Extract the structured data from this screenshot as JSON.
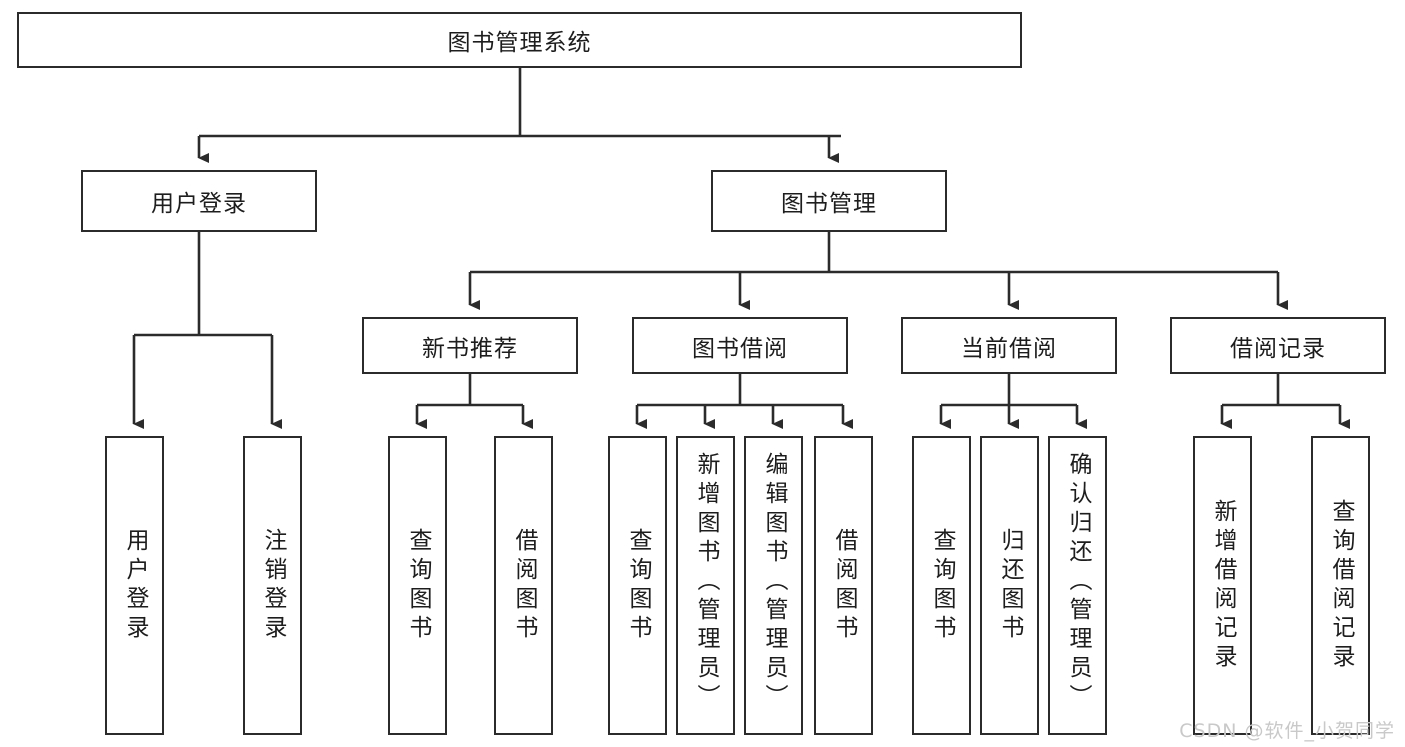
{
  "diagram": {
    "title": "图书管理系统",
    "type": "tree",
    "root": {
      "label": "图书管理系统"
    },
    "level2": [
      {
        "label": "用户登录"
      },
      {
        "label": "图书管理"
      }
    ],
    "level3": [
      {
        "label": "新书推荐"
      },
      {
        "label": "图书借阅"
      },
      {
        "label": "当前借阅"
      },
      {
        "label": "借阅记录"
      }
    ],
    "leaves": {
      "user_login": [
        {
          "label": "用户登录"
        },
        {
          "label": "注销登录"
        }
      ],
      "new_book": [
        {
          "label": "查询图书"
        },
        {
          "label": "借阅图书"
        }
      ],
      "book_borrow": [
        {
          "label": "查询图书"
        },
        {
          "label": "新增图书（管理员）"
        },
        {
          "label": "编辑图书（管理员）"
        },
        {
          "label": "借阅图书"
        }
      ],
      "current_borrow": [
        {
          "label": "查询图书"
        },
        {
          "label": "归还图书"
        },
        {
          "label": "确认归还（管理员）"
        }
      ],
      "borrow_record": [
        {
          "label": "新增借阅记录"
        },
        {
          "label": "查询借阅记录"
        }
      ]
    }
  },
  "watermark": {
    "text": "CSDN @软件_小贺同学"
  },
  "colors": {
    "stroke": "#2b2b2b",
    "fill": "#ffffff",
    "text": "#1d1d1d",
    "watermark": "#c9c9c9"
  }
}
